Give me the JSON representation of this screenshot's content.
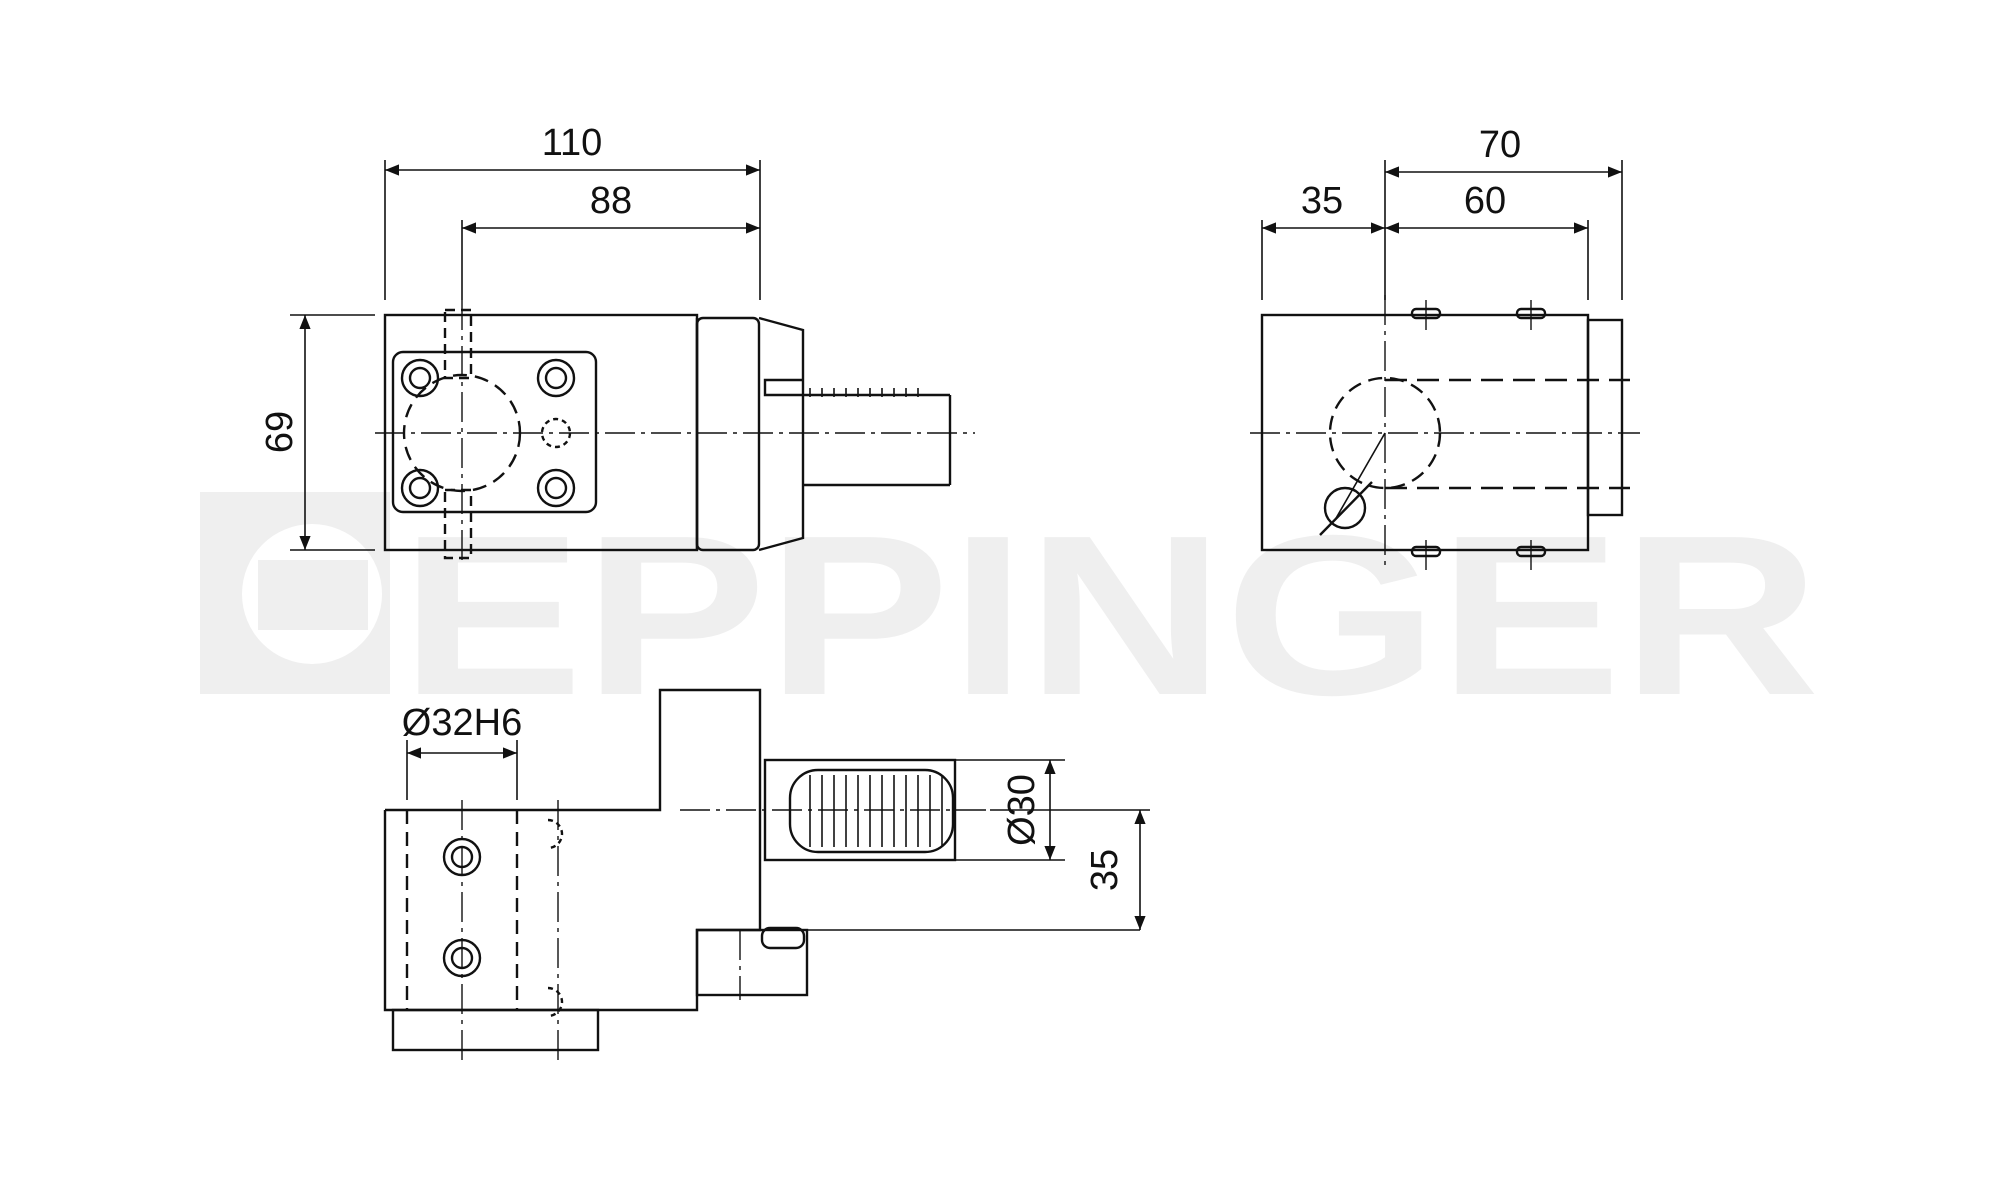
{
  "watermark": {
    "text": "EPPINGER",
    "color": "#efefef"
  },
  "colors": {
    "line": "#111111",
    "background": "#ffffff"
  },
  "views": {
    "front": {
      "dim_overall_length": "110",
      "dim_to_axis": "88",
      "dim_height": "69"
    },
    "side": {
      "dim_total": "70",
      "dim_offset": "35",
      "dim_body": "60"
    },
    "bottom": {
      "dim_bore": "Ø32H6",
      "dim_shank": "Ø30",
      "dim_center_height": "35"
    }
  }
}
